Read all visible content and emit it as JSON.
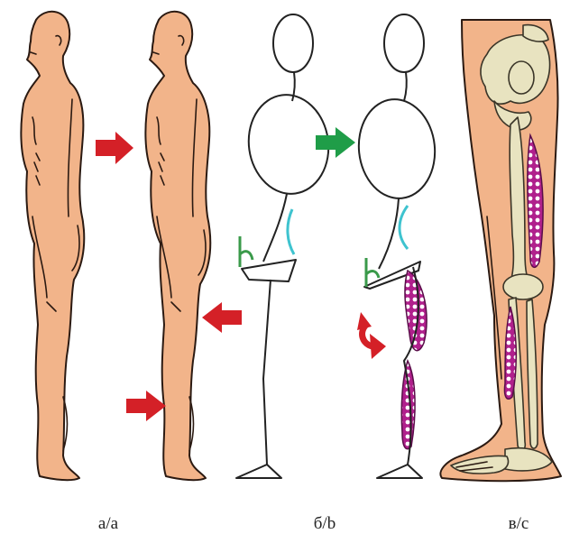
{
  "figure": {
    "panels": [
      {
        "id": "a",
        "label": "а/а"
      },
      {
        "id": "b",
        "label": "б/b"
      },
      {
        "id": "c",
        "label": "в/с"
      }
    ]
  },
  "colors": {
    "skin": "#f2b48a",
    "outline": "#2b1a12",
    "arrow_red": "#d42027",
    "arrow_green": "#1f9d48",
    "curve_cyan": "#3ec3cf",
    "angle_green": "#3a9a4a",
    "muscle_magenta": "#b0208c",
    "bone": "#e8e3c0"
  },
  "icons": {
    "red_arrow": "right-arrow-icon",
    "green_arrow": "right-arrow-icon",
    "rotation_arrow": "curved-arrow-icon"
  }
}
